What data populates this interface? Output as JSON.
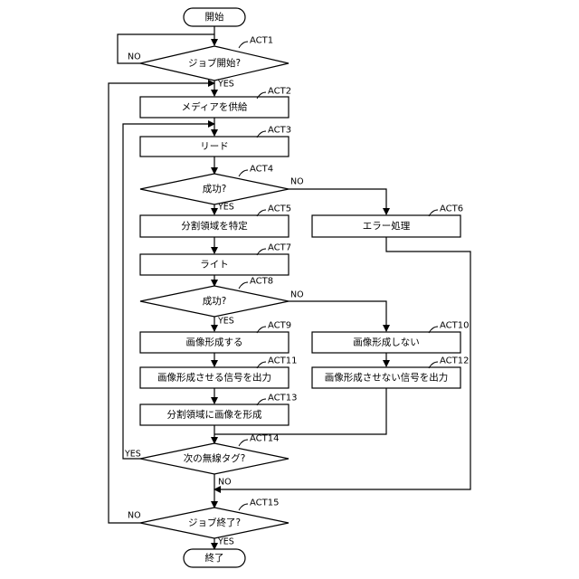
{
  "terminals": {
    "start": "開始",
    "end": "終了"
  },
  "steps": {
    "act1": {
      "id": "ACT1",
      "text": "ジョブ開始?"
    },
    "act2": {
      "id": "ACT2",
      "text": "メディアを供給"
    },
    "act3": {
      "id": "ACT3",
      "text": "リード"
    },
    "act4": {
      "id": "ACT4",
      "text": "成功?"
    },
    "act5": {
      "id": "ACT5",
      "text": "分割領域を特定"
    },
    "act6": {
      "id": "ACT6",
      "text": "エラー処理"
    },
    "act7": {
      "id": "ACT7",
      "text": "ライト"
    },
    "act8": {
      "id": "ACT8",
      "text": "成功?"
    },
    "act9": {
      "id": "ACT9",
      "text": "画像形成する"
    },
    "act10": {
      "id": "ACT10",
      "text": "画像形成しない"
    },
    "act11": {
      "id": "ACT11",
      "text": "画像形成させる信号を出力"
    },
    "act12": {
      "id": "ACT12",
      "text": "画像形成させない信号を出力"
    },
    "act13": {
      "id": "ACT13",
      "text": "分割領域に画像を形成"
    },
    "act14": {
      "id": "ACT14",
      "text": "次の無線タグ?"
    },
    "act15": {
      "id": "ACT15",
      "text": "ジョブ終了?"
    }
  },
  "branch_labels": {
    "yes": "YES",
    "no": "NO"
  }
}
